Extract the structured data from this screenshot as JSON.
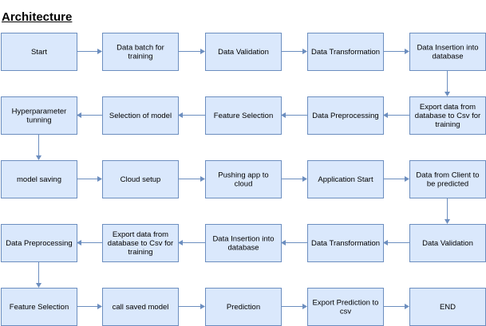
{
  "title": "Architecture",
  "colors": {
    "node_fill": "#dae8fc",
    "node_stroke": "#6c8ebf",
    "edge": "#6c8ebf",
    "text": "#000000"
  },
  "nodes": [
    {
      "id": "n1",
      "label": "Start"
    },
    {
      "id": "n2",
      "label": "Data batch for training"
    },
    {
      "id": "n3",
      "label": "Data Validation"
    },
    {
      "id": "n4",
      "label": "Data Transformation"
    },
    {
      "id": "n5",
      "label": "Data Insertion into database"
    },
    {
      "id": "n6",
      "label": "Export data from database to Csv for training"
    },
    {
      "id": "n7",
      "label": "Data Preprocessing"
    },
    {
      "id": "n8",
      "label": "Feature Selection"
    },
    {
      "id": "n9",
      "label": "Selection of  model"
    },
    {
      "id": "n10",
      "label": "Hyperparameter tunning"
    },
    {
      "id": "n11",
      "label": "model saving"
    },
    {
      "id": "n12",
      "label": "Cloud setup"
    },
    {
      "id": "n13",
      "label": "Pushing app to cloud"
    },
    {
      "id": "n14",
      "label": "Application Start"
    },
    {
      "id": "n15",
      "label": "Data from Client to be predicted"
    },
    {
      "id": "n16",
      "label": "Data Validation"
    },
    {
      "id": "n17",
      "label": "Data Transformation"
    },
    {
      "id": "n18",
      "label": "Data Insertion into database"
    },
    {
      "id": "n19",
      "label": "Export data from database to Csv for training"
    },
    {
      "id": "n20",
      "label": "Data Preprocessing"
    },
    {
      "id": "n21",
      "label": "Feature Selection"
    },
    {
      "id": "n22",
      "label": "call saved model"
    },
    {
      "id": "n23",
      "label": "Prediction"
    },
    {
      "id": "n24",
      "label": "Export Prediction to csv"
    },
    {
      "id": "n25",
      "label": "END"
    }
  ],
  "edges": [
    [
      "n1",
      "n2"
    ],
    [
      "n2",
      "n3"
    ],
    [
      "n3",
      "n4"
    ],
    [
      "n4",
      "n5"
    ],
    [
      "n5",
      "n6"
    ],
    [
      "n6",
      "n7"
    ],
    [
      "n7",
      "n8"
    ],
    [
      "n8",
      "n9"
    ],
    [
      "n9",
      "n10"
    ],
    [
      "n10",
      "n11"
    ],
    [
      "n11",
      "n12"
    ],
    [
      "n12",
      "n13"
    ],
    [
      "n13",
      "n14"
    ],
    [
      "n14",
      "n15"
    ],
    [
      "n15",
      "n16"
    ],
    [
      "n16",
      "n17"
    ],
    [
      "n17",
      "n18"
    ],
    [
      "n18",
      "n19"
    ],
    [
      "n19",
      "n20"
    ],
    [
      "n20",
      "n21"
    ],
    [
      "n21",
      "n22"
    ],
    [
      "n22",
      "n23"
    ],
    [
      "n23",
      "n24"
    ],
    [
      "n24",
      "n25"
    ]
  ]
}
